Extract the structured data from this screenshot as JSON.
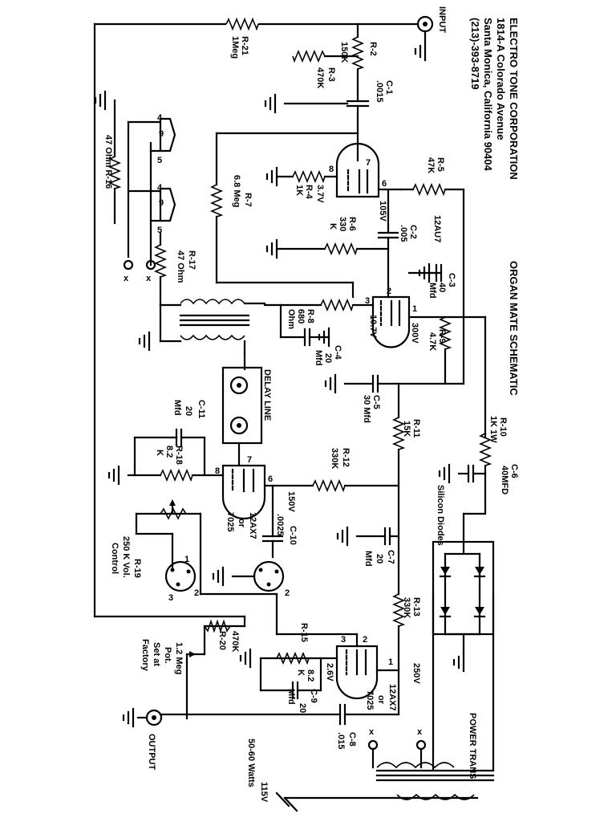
{
  "header": {
    "company": "ELECTRO TONE CORPORATION",
    "street": "1814-A Colorado Avenue",
    "city": "Santa Monica, California 90404",
    "phone": "(213)-393-8719"
  },
  "title": "ORGAN MATE SCHEMATIC",
  "ports": {
    "input": "INPUT",
    "output": "OUTPUT",
    "delay_line": "DELAY LINE",
    "power_trans": "POWER TRANS.",
    "silicon_diodes": "Silicon Diodes",
    "mains_voltage": "115V",
    "mains_freq": "50-60 Watts",
    "x": "x"
  },
  "components": {
    "r1": {
      "name": "R-21",
      "value": "1Meg"
    },
    "r2": {
      "name": "R-2",
      "value": "150K"
    },
    "r3": {
      "name": "R-3",
      "value": "470K"
    },
    "c1": {
      "name": "C-1",
      "value": ".0015"
    },
    "r4": {
      "name": "R-4",
      "value": "1K"
    },
    "r5": {
      "name": "R-5",
      "value": "47K"
    },
    "r6": {
      "name": "R-6",
      "value": "330",
      "unit": "K"
    },
    "c2": {
      "name": "C-2",
      "value": ".005"
    },
    "r7": {
      "name": "R-7",
      "value": "6.8 Meg"
    },
    "r8": {
      "name": "R-8",
      "value": "680",
      "unit": "Ohm"
    },
    "c3": {
      "name": "C-3",
      "value": "40",
      "unit": "Mfd"
    },
    "c4": {
      "name": "C-4",
      "value": "20",
      "unit": "Mfd"
    },
    "r9": {
      "name": "R-9",
      "value": "4.7K"
    },
    "c5": {
      "name": "C-5",
      "value": "30 Mfd"
    },
    "r10": {
      "name": "R-10",
      "value": "1K 1W"
    },
    "c6": {
      "name": "C-6",
      "value": "40MFD"
    },
    "r11": {
      "name": "R-11",
      "value": "15K"
    },
    "r12": {
      "name": "R-12",
      "value": "330K"
    },
    "c10": {
      "name": "C-10",
      "value": ".0025"
    },
    "c7": {
      "name": "C-7",
      "value": "20",
      "unit": "Mfd"
    },
    "r13": {
      "name": "R-13",
      "value": "330K"
    },
    "c11": {
      "name": "C-11",
      "value": "20",
      "unit": "Mfd"
    },
    "r18": {
      "name": "R-18",
      "value": "8.2",
      "unit": "K"
    },
    "r16": {
      "name": "47 Ohm R-16"
    },
    "r17": {
      "name": "R-17",
      "value": "47 Ohm"
    },
    "r19": {
      "name": "R-19",
      "value": "250 K Vol.",
      "note": "Control"
    },
    "r20": {
      "name": "R-20",
      "value": "470K"
    },
    "pot": {
      "l1": "1.2 Meg",
      "l2": "Pot.",
      "l3": "Set at",
      "l4": "Factory"
    },
    "r15": {
      "name": "R-15",
      "value": "8.2",
      "unit": "K"
    },
    "c9": {
      "name": "C-9",
      "value": "20",
      "unit": "Mfd"
    },
    "c8": {
      "name": "C-8",
      "value": ".015"
    }
  },
  "tubes": {
    "v1": {
      "type": "12AU7"
    },
    "v2": {
      "l1": "12AX7",
      "l2": "or",
      "l3": "7025"
    },
    "v3": {
      "l1": "12AX7",
      "l2": "or",
      "l3": "7025"
    }
  },
  "voltages": {
    "v37": "3.7V",
    "v105": "105V",
    "v107": "10.7V",
    "v300": "300V",
    "v150": "150V",
    "v26": "2.6V",
    "v250": "250V"
  },
  "pins": {
    "p1": "1",
    "p2": "2",
    "p3": "3",
    "p4": "4",
    "p5": "5",
    "p6": "6",
    "p7": "7",
    "p8": "8",
    "p9": "9"
  }
}
